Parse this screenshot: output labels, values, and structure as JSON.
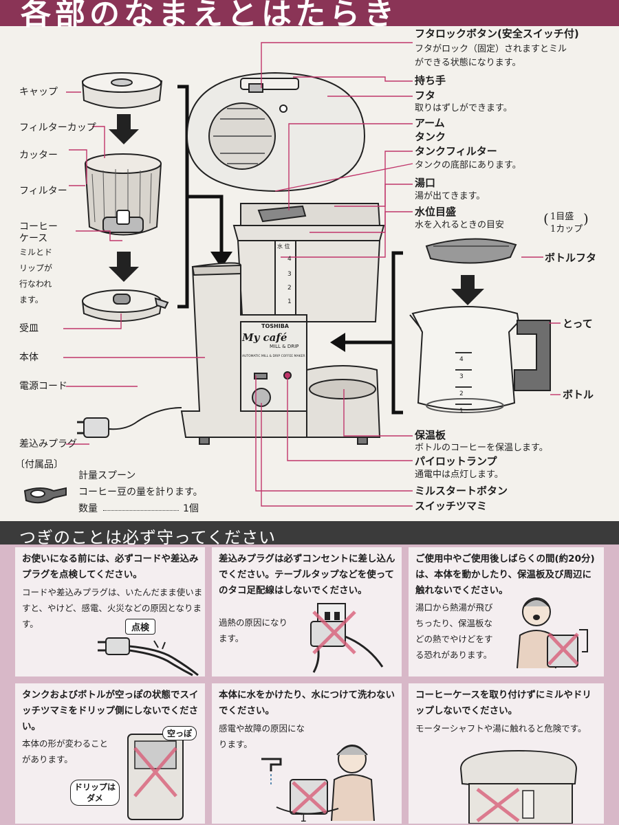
{
  "header": {
    "title": "各部のなまえとはたらき"
  },
  "parts_right": [
    {
      "label": "フタロックボタン(安全スイッチ付)",
      "desc": "フタがロック（固定）されますとミル\nができる状態になります。"
    },
    {
      "label": "持ち手",
      "desc": ""
    },
    {
      "label": "フタ",
      "desc": "取りはずしができます。"
    },
    {
      "label": "アーム",
      "desc": ""
    },
    {
      "label": "タンク",
      "desc": ""
    },
    {
      "label": "タンクフィルター",
      "desc": "タンクの底部にあります。"
    },
    {
      "label": "湯口",
      "desc": "湯が出てきます。"
    },
    {
      "label": "水位目盛",
      "desc": "水を入れるときの目安"
    },
    {
      "label": "保温板",
      "desc": "ボトルのコーヒーを保温します。"
    },
    {
      "label": "パイロットランプ",
      "desc": "通電中は点灯します。"
    },
    {
      "label": "ミルスタートボタン",
      "desc": ""
    },
    {
      "label": "スイッチツマミ",
      "desc": ""
    }
  ],
  "water_note": {
    "line1": "1目盛",
    "line2": "1カップ"
  },
  "bottle_parts": [
    {
      "label": "ボトルフタ"
    },
    {
      "label": "とって"
    },
    {
      "label": "ボトル"
    }
  ],
  "parts_left": [
    {
      "label": "キャップ"
    },
    {
      "label": "フィルターカップ"
    },
    {
      "label": "カッター"
    },
    {
      "label": "フィルター"
    },
    {
      "label": "コーヒー\nケース"
    },
    {
      "label": "受皿"
    },
    {
      "label": "本体"
    },
    {
      "label": "電源コード"
    },
    {
      "label": "差込みプラグ"
    }
  ],
  "left_note": "ミルとド\nリップが\n行なわれ\nます。",
  "accessory": {
    "heading": "〔付属品〕",
    "name": "計量スプーン",
    "desc": "コーヒー豆の量を計ります。",
    "qty_label": "数量",
    "qty_value": "1個"
  },
  "device_text": {
    "brand": "TOSHIBA",
    "model": "My café",
    "model_sub": "MILL & DRIP",
    "tagline": "AUTOMATIC MILL & DRIP COFFEE MAKER",
    "water_scale_title": "水 位",
    "scale_marks": [
      "4",
      "3",
      "2",
      "1"
    ],
    "bottle_marks": [
      "4",
      "3",
      "2",
      "1"
    ]
  },
  "rules": {
    "title": "つぎのことは必ず守ってください",
    "items": [
      {
        "title": "お使いになる前には、必ずコードや差込みプラグを点検してください。",
        "desc": "コードや差込みプラグは、いたんだまま使いますと、やけど、感電、火災などの原因となります。",
        "badge": "点検"
      },
      {
        "title": "差込みプラグは必ずコンセントに差し込んでください。テーブルタップなどを使ってのタコ足配線はしないでください。",
        "desc": "過熱の原因になります。",
        "badge": ""
      },
      {
        "title": "ご使用中やご使用後しばらくの間(約20分)は、本体を動かしたり、保温板及び周辺に触れないでください。",
        "desc": "湯口から熱湯が飛びちったり、保温板などの熱でやけどをする恐れがあります。",
        "badge": ""
      },
      {
        "title": "タンクおよびボトルが空っぽの状態でスイッチツマミをドリップ側にしないでください。",
        "desc": "本体の形が変わることがあります。",
        "badge": "空っぽ",
        "badge2": "ドリップはダメ"
      },
      {
        "title": "本体に水をかけたり、水につけて洗わないでください。",
        "desc": "感電や故障の原因になります。",
        "badge": ""
      },
      {
        "title": "コーヒーケースを取り付けずにミルやドリップしないでください。",
        "desc": "モーターシャフトや湯に触れると危険です。",
        "badge": ""
      }
    ]
  },
  "page_number": "1",
  "colors": {
    "accent": "#8a3456",
    "rule_bg": "#d8b8c8",
    "dark": "#3b3b3b",
    "leader": "#c0356a"
  }
}
